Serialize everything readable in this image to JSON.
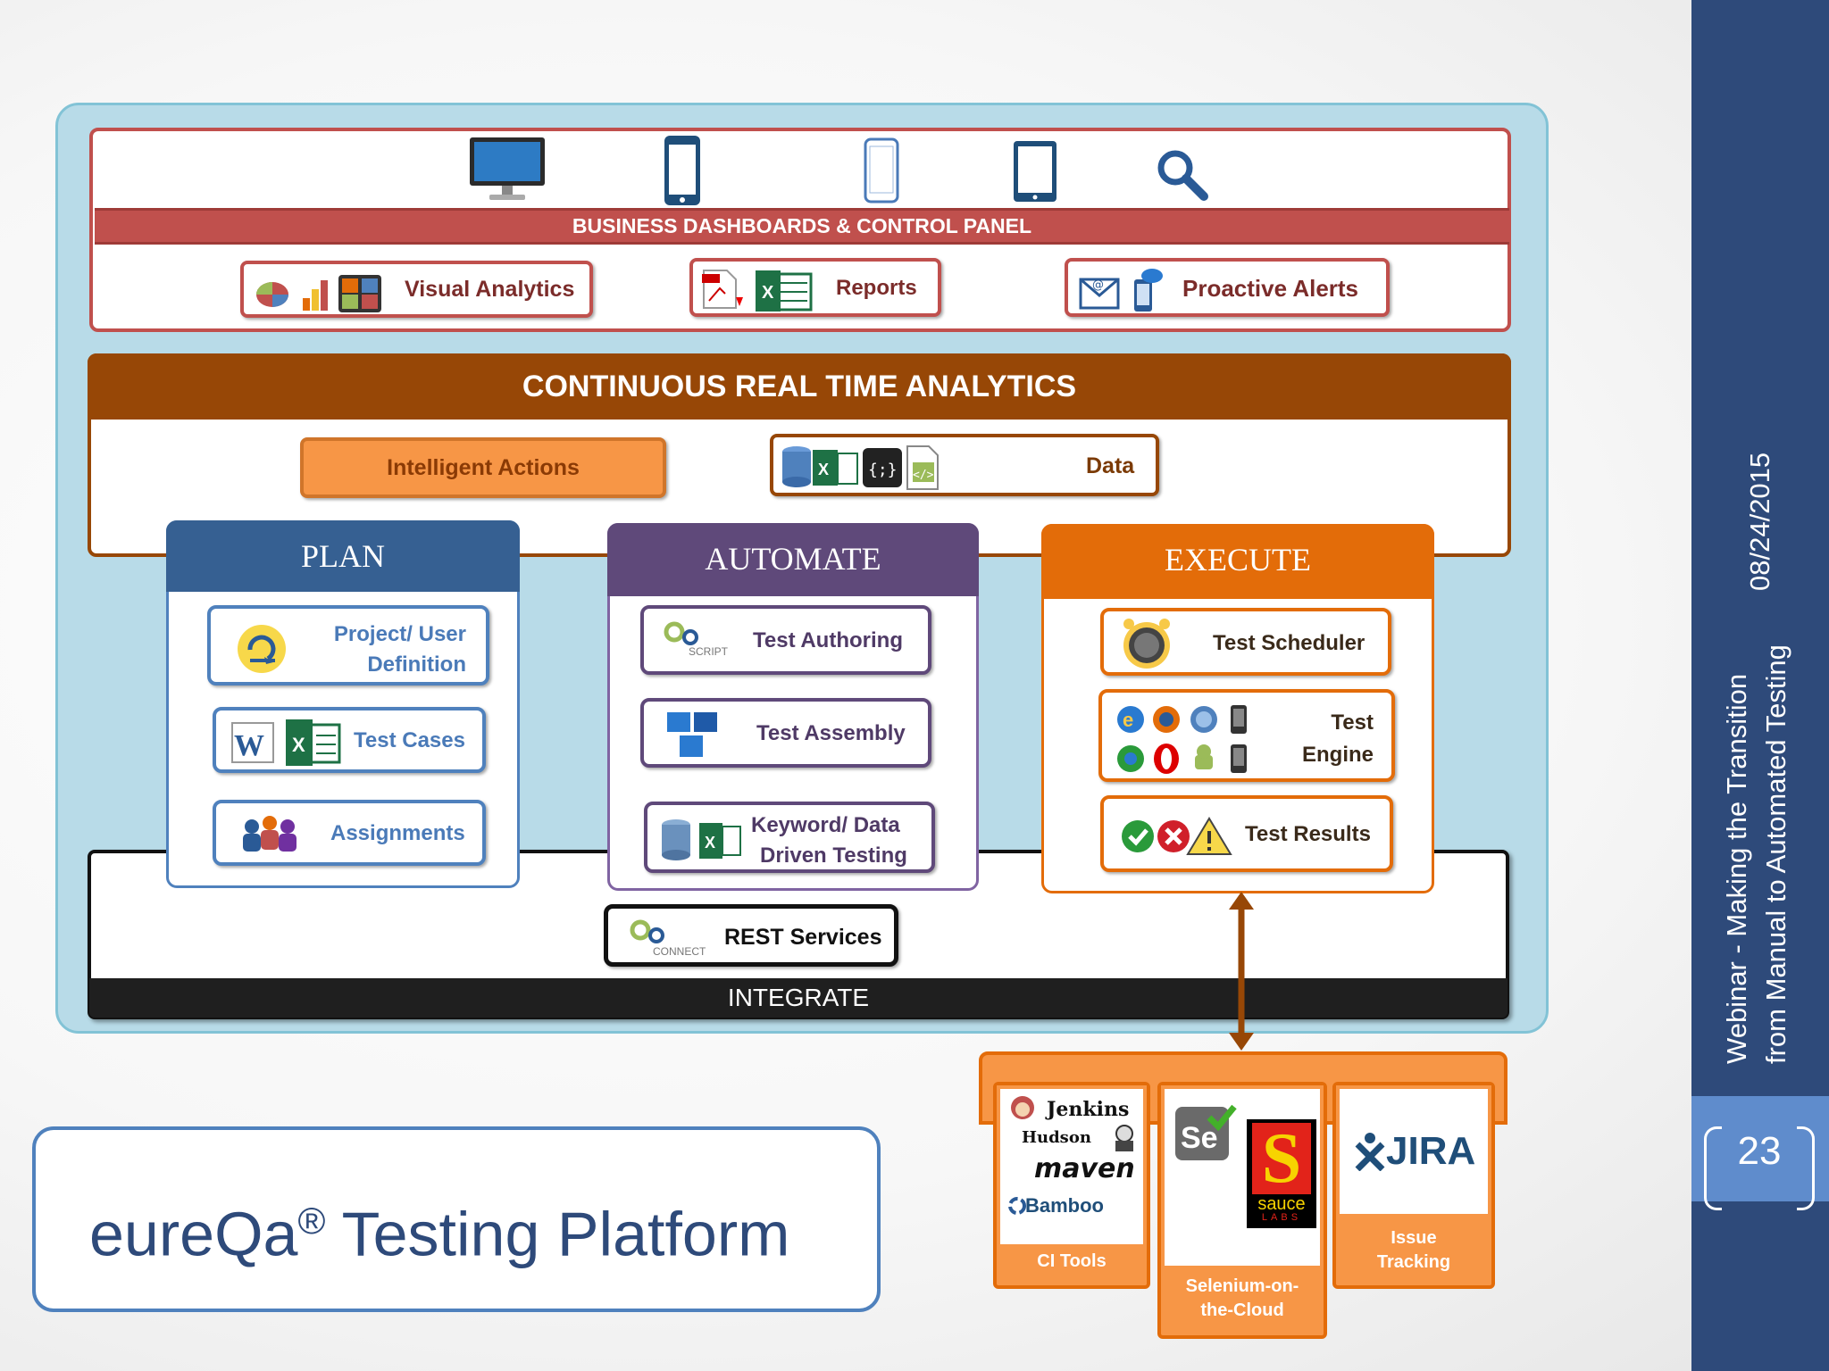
{
  "sidebar": {
    "title_line1": "Webinar - Making the Transition",
    "title_line2": "from Manual to Automated Testing",
    "date": "08/24/2015",
    "page_number": "23"
  },
  "dashboard": {
    "band_label": "BUSINESS DASHBOARDS & CONTROL PANEL",
    "items": [
      "Visual Analytics",
      "Reports",
      "Proactive Alerts"
    ]
  },
  "analytics": {
    "title": "CONTINUOUS REAL TIME ANALYTICS",
    "intelligent_actions": "Intelligent Actions",
    "data": "Data"
  },
  "plan": {
    "title": "PLAN",
    "items": [
      "Project/ User",
      "Definition",
      "Test Cases",
      "Assignments"
    ]
  },
  "automate": {
    "title": "AUTOMATE",
    "items": [
      "Test Authoring",
      "Test Assembly",
      "Keyword/ Data",
      "Driven Testing"
    ],
    "logo_sub": "SCRIPT"
  },
  "execute": {
    "title": "EXECUTE",
    "items": [
      "Test Scheduler",
      "Test",
      "Engine",
      "Test Results"
    ]
  },
  "integrate": {
    "label": "INTEGRATE",
    "rest_services": "REST Services",
    "logo_sub": "CONNECT"
  },
  "tools": {
    "ci_names": [
      "Jenkins",
      "Hudson",
      "maven",
      "Bamboo"
    ],
    "ci_label": "CI Tools",
    "selenium_label_1": "Selenium-on-",
    "selenium_label_2": "the-Cloud",
    "se_logo": "Se",
    "sauce_logo": "sauce",
    "sauce_sub": "LABS",
    "jira_logo": "JIRA",
    "issue_label_1": "Issue",
    "issue_label_2": "Tracking"
  },
  "platform": {
    "name": "eureQa",
    "reg": "®",
    "rest": " Testing Platform"
  },
  "colors": {
    "red": "#c0504d",
    "brown": "#974706",
    "plan_blue": "#366092",
    "automate_purple": "#5f497a",
    "execute_orange": "#e36c09",
    "tool_orange": "#f79646",
    "sidebar": "#2e4a7a"
  }
}
